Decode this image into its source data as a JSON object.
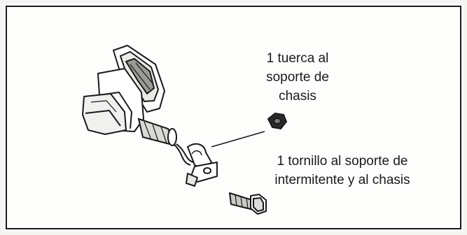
{
  "labels": {
    "nut": {
      "line1": "1 tuerca al",
      "line2": "soporte de",
      "line3": "chasis"
    },
    "bolt": {
      "line1": "1 tornillo al soporte de",
      "line2": "intermitente y al chasis"
    }
  }
}
